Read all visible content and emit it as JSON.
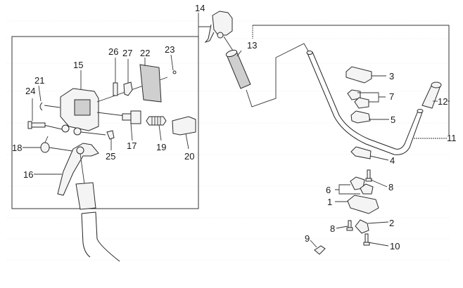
{
  "diagram": {
    "title": "Handlebar exploded parts view",
    "parts": [
      {
        "id": "1",
        "label": "1"
      },
      {
        "id": "2",
        "label": "2"
      },
      {
        "id": "3",
        "label": "3"
      },
      {
        "id": "4",
        "label": "4"
      },
      {
        "id": "5",
        "label": "5"
      },
      {
        "id": "6",
        "label": "6"
      },
      {
        "id": "7",
        "label": "7"
      },
      {
        "id": "8a",
        "label": "8"
      },
      {
        "id": "8b",
        "label": "8"
      },
      {
        "id": "9",
        "label": "9"
      },
      {
        "id": "10",
        "label": "10"
      },
      {
        "id": "11",
        "label": "11"
      },
      {
        "id": "12",
        "label": "12"
      },
      {
        "id": "13",
        "label": "13"
      },
      {
        "id": "14",
        "label": "14"
      },
      {
        "id": "15",
        "label": "15"
      },
      {
        "id": "16",
        "label": "16"
      },
      {
        "id": "17",
        "label": "17"
      },
      {
        "id": "18",
        "label": "18"
      },
      {
        "id": "19",
        "label": "19"
      },
      {
        "id": "20",
        "label": "20"
      },
      {
        "id": "21",
        "label": "21"
      },
      {
        "id": "22",
        "label": "22"
      },
      {
        "id": "23",
        "label": "23"
      },
      {
        "id": "24",
        "label": "24"
      },
      {
        "id": "25",
        "label": "25"
      },
      {
        "id": "26",
        "label": "26"
      },
      {
        "id": "27",
        "label": "27"
      }
    ]
  }
}
